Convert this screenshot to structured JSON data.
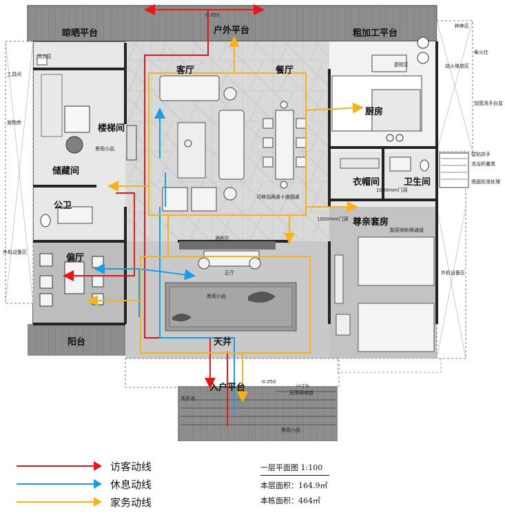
{
  "rooms": {
    "sun_deck": "晾晒平台",
    "outdoor_platform": "户外平台",
    "processing_platform": "粗加工平台",
    "living_room": "客厅",
    "dining_room": "餐厅",
    "kitchen": "厨房",
    "stair_room": "楼梯间",
    "storage": "储藏间",
    "public_wc": "公卫",
    "side_hall": "偏厅",
    "balcony": "阳台",
    "courtyard": "天井",
    "entry_platform": "入户平台",
    "cloakroom": "衣帽间",
    "bathroom": "卫生间",
    "elder_suite": "尊亲套房"
  },
  "annotations": {
    "level_top": "-0.050",
    "level_entry": "-0.050",
    "wash_area": "洗衣区",
    "tool_room": "工具间",
    "pet_room": "宠物房",
    "ac_outdoor_left": "外机设备区",
    "ac_outdoor_right": "外机设备区",
    "landscape_1": "景观小品",
    "landscape_2": "景观小品",
    "landscape_3": "景观小品",
    "firewood": "柴火灶",
    "wood_storage": "烧火堆放区",
    "wash_basin": "加宽洗手台盆",
    "handrail": "壁贴扶手",
    "fold_stool": "洗浴折叠凳",
    "anti_slip": "墙面防滑处理",
    "door_1000": "1000mm门洞",
    "door_1000_b": "1000mm门洞",
    "wine_area": "酒柜区",
    "front_hall": "正厅",
    "dining_note": "可移动两桌十座圆桌",
    "bed_note": "能容纳轮椅通道",
    "cabinet_zone": "厨柜区",
    "slope": "i=1%",
    "ramp": "无障碍坡道",
    "shoe_wash": "洗手池",
    "planter": "种养区"
  },
  "flows": {
    "visitor": {
      "label": "访客动线",
      "color": "#e8141b"
    },
    "rest": {
      "label": "休息动线",
      "color": "#1c9be8"
    },
    "service": {
      "label": "家务动线",
      "color": "#f5b21a"
    }
  },
  "info": {
    "title": "一层平面图  1:100",
    "floor_area": "本层面积：164.9㎡",
    "building_area": "本栋面积：464㎡"
  }
}
